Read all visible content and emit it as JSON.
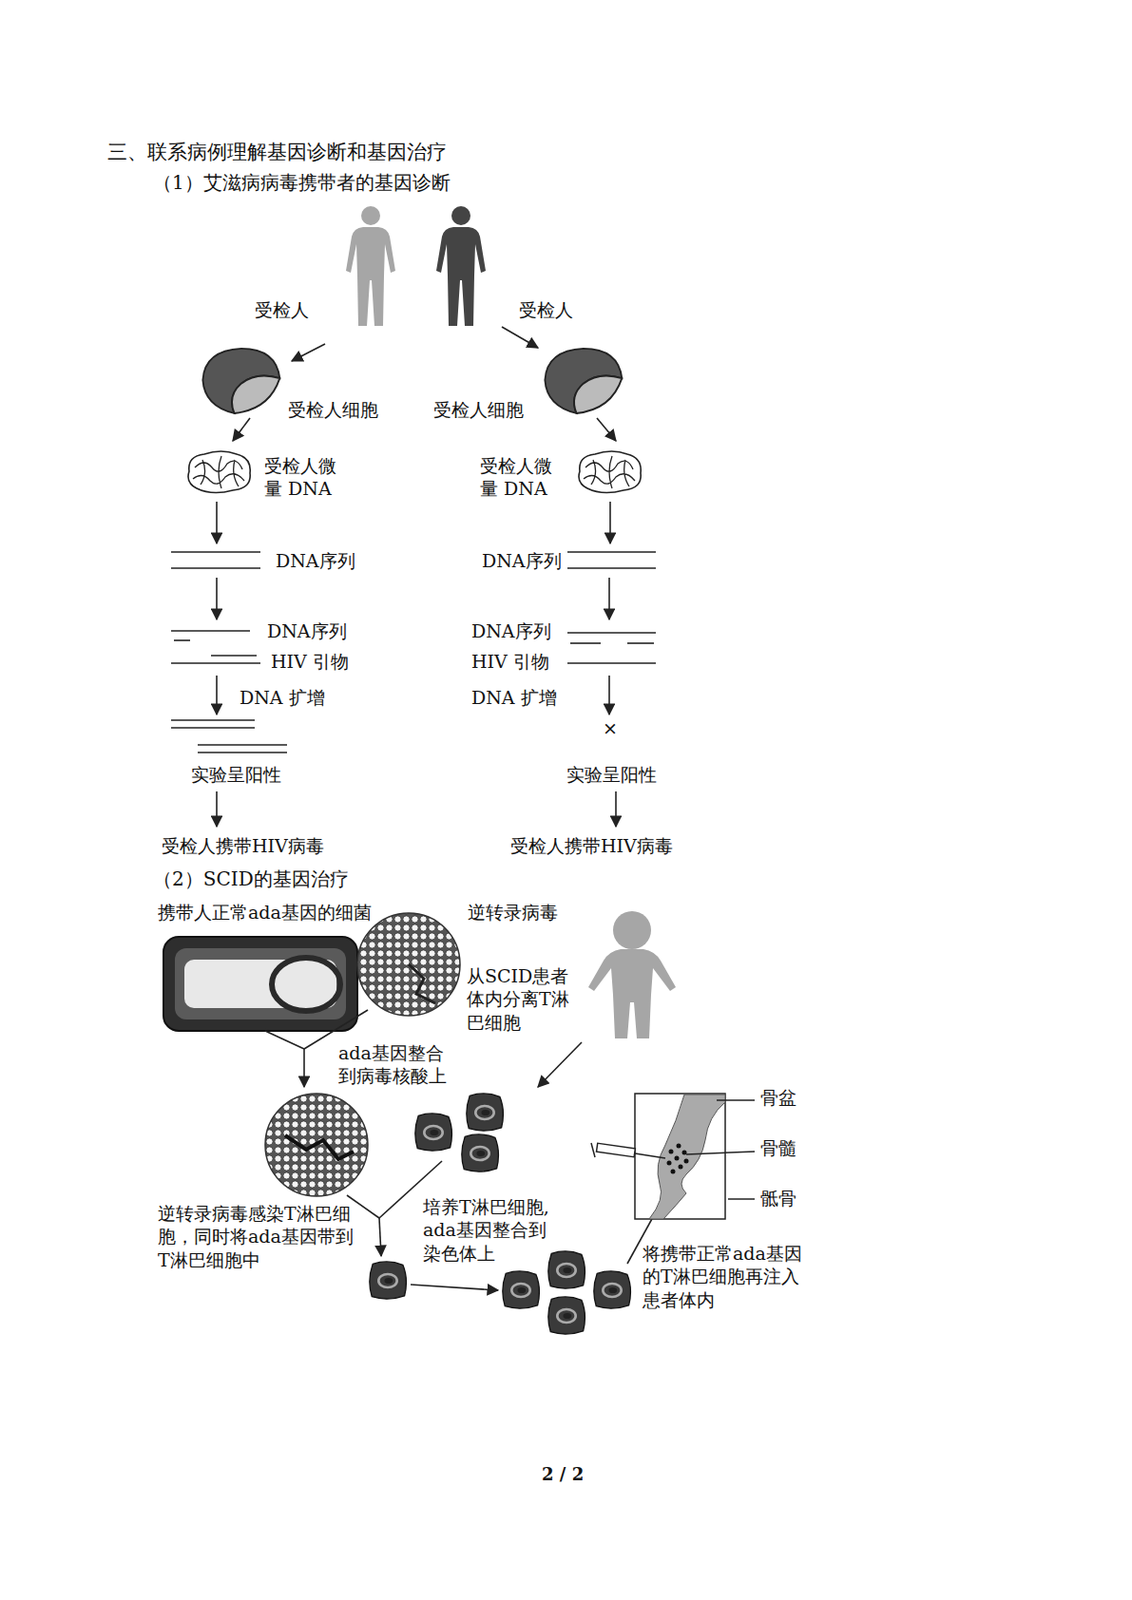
{
  "diagram": {
    "title": "三、联系病例理解基因诊断和基因治疗",
    "labels": [
      "（1）艾滋病病毒携带者的基因诊断",
      "受检人",
      "受检人",
      "受检人细胞",
      "受检人细胞",
      "受检人微量 DNA",
      "受检人微量 DNA",
      "DNA序列",
      "DNA序列",
      "DNA序列",
      "HIV 引物",
      "DNA 扩增",
      "DNA序列",
      "HIV 引物",
      "DNA 扩增",
      "×",
      "实验呈阳性",
      "实验呈阳性",
      "受检人携带HIV病毒",
      "受检人携带HIV病毒",
      "（2）SCID的基因治疗",
      "携带人正常ada基因的细菌",
      "逆转录病毒",
      "从SCID患者体内分离T淋巴细胞",
      "ada基因整合到病毒核酸上",
      "骨盆",
      "骨髓",
      "骶骨",
      "逆转录病毒感染T淋巴细胞，同时将ada基因带到T淋巴细胞中",
      "培养T淋巴细胞,ada基因整合到染色体上",
      "将携带正常ada基因的T淋巴细胞再注入患者体内",
      "2 / 2"
    ]
  }
}
